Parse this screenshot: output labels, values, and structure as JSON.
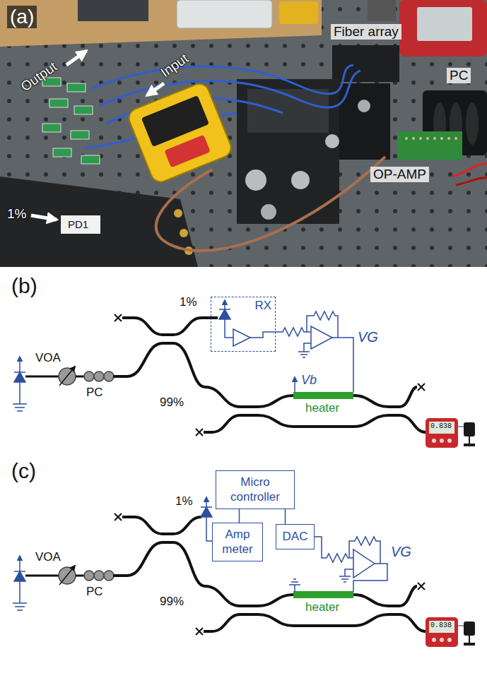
{
  "diagram": {
    "nodes": [
      {
        "text": [
          "RX"
        ]
      },
      {
        "text": [
          "Micro controller"
        ]
      },
      {
        "text": [
          "Amp meter"
        ]
      },
      {
        "text": [
          "DAC"
        ]
      }
    ],
    "edges": [
      {
        "from": 1,
        "to": 2,
        "arrow": "none"
      },
      {
        "from": 1,
        "to": 3,
        "arrow": "none"
      }
    ],
    "labels": [
      "(a)",
      "Fiber array",
      "Output",
      "Input",
      "PC",
      "OP-AMP",
      "1%",
      "PD1",
      "(b)",
      "VOA",
      "PC",
      "1%",
      "99%",
      "Vb",
      "heater",
      "VG",
      "0.838",
      "(c)",
      "VOA",
      "PC",
      "1%",
      "99%",
      "heater",
      "VG",
      "0.838"
    ]
  }
}
